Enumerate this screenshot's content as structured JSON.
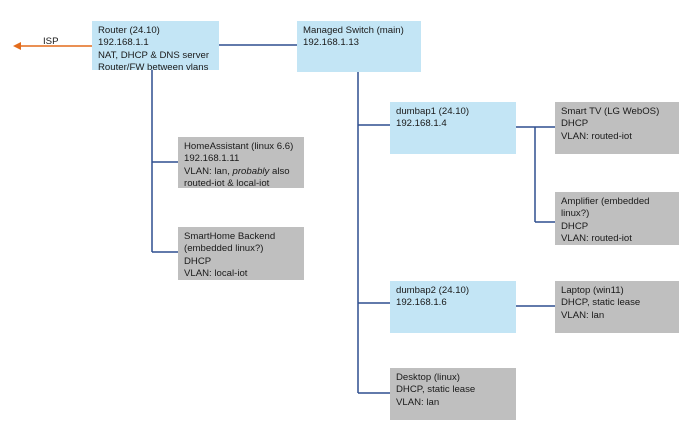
{
  "isp_label": "ISP",
  "colors": {
    "device_fill": "#c3e5f5",
    "client_fill": "#bfbfbf",
    "link": "#2f4f8f",
    "isp_arrow": "#e36c1c"
  },
  "nodes": {
    "router": [
      "Router (24.10)",
      "192.168.1.1",
      "NAT, DHCP & DNS server",
      "Router/FW between vlans"
    ],
    "switch": [
      "Managed Switch (main)",
      "192.168.1.13"
    ],
    "homeassistant": {
      "title": "HomeAssistant (linux 6.6)",
      "ip": "192.168.1.11",
      "vlan_prefix": "VLAN: lan, ",
      "vlan_emphasis": "probably",
      "vlan_suffix": " also",
      "vlan_line2": "routed-iot & local-iot"
    },
    "smarthome": [
      "SmartHome Backend",
      "(embedded linux?)",
      "DHCP",
      "VLAN: local-iot"
    ],
    "dumbap1": [
      "dumbap1 (24.10)",
      "192.168.1.4"
    ],
    "smarttv": [
      "Smart TV (LG WebOS)",
      "DHCP",
      "VLAN: routed-iot"
    ],
    "amplifier": [
      "Amplifier (embedded",
      "linux?)",
      "DHCP",
      "VLAN: routed-iot"
    ],
    "dumbap2": [
      "dumbap2 (24.10)",
      "192.168.1.6"
    ],
    "laptop": [
      "Laptop (win11)",
      "DHCP, static lease",
      "VLAN: lan"
    ],
    "desktop": [
      "Desktop (linux)",
      "DHCP, static lease",
      "VLAN: lan"
    ]
  }
}
